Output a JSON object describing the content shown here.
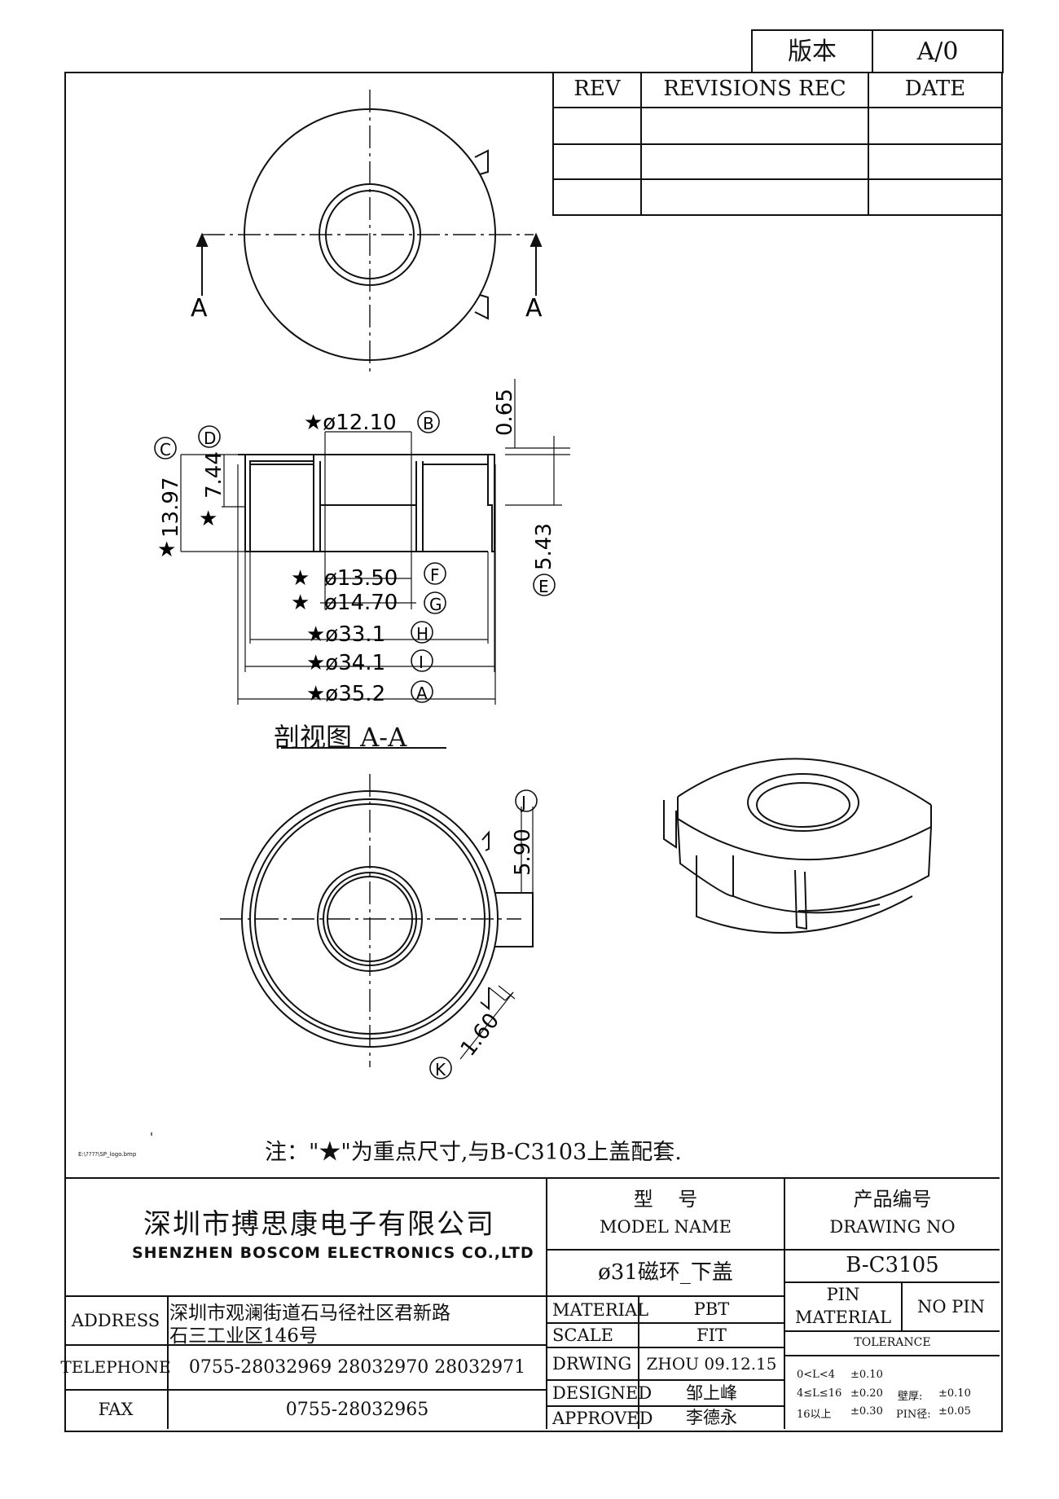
{
  "version_box": {
    "label": "版本",
    "value": "A/0"
  },
  "revisions": {
    "col_rev": "REV",
    "col_rec": "REVISIONS REC",
    "col_date": "DATE"
  },
  "dimensions": {
    "id_b": "★ø12.10",
    "mark_b": "B",
    "h_065": "0.65",
    "h_1397": "13.97",
    "star_c": "★",
    "mark_c": "C",
    "h_744": "7.44",
    "star_d": "★",
    "mark_d": "D",
    "h_543": "5.43",
    "mark_e": "E",
    "d_1350": "ø13.50",
    "star_f": "★",
    "mark_f": "F",
    "d_1470": "ø14.70",
    "star_g": "★",
    "mark_g": "G",
    "d_331": "★ø33.1",
    "mark_h": "H",
    "d_341": "★ø34.1",
    "mark_i": "I",
    "d_352": "★ø35.2",
    "mark_a": "A",
    "w_590": "5.90",
    "mark_j": "J",
    "w_160": "1.60",
    "mark_k": "K"
  },
  "section_markers": {
    "left": "A",
    "right": "A"
  },
  "section_title": "剖视图 A-A",
  "note": "注：\"★\"为重点尺寸,与B-C3103上盖配套.",
  "logo_caption": "E:\\????\\SP_logo.bmp",
  "company": {
    "name_cn": "深圳市搏思康电子有限公司",
    "name_en": "SHENZHEN BOSCOM ELECTRONICS CO.,LTD",
    "address_label": "ADDRESS",
    "address_line1": "深圳市观澜街道石马径社区君新路",
    "address_line2": "石三工业区146号",
    "telephone_label": "TELEPHONE",
    "telephone": "0755-28032969 28032970 28032971",
    "fax_label": "FAX",
    "fax": "0755-28032965"
  },
  "model": {
    "label_cn": "型    号",
    "label_en": "MODEL NAME",
    "value": "ø31磁环_下盖",
    "material_label": "MATERIAL",
    "material": "PBT",
    "scale_label": "SCALE",
    "scale": "FIT",
    "drawing_label": "DRWING",
    "drawing": "ZHOU 09.12.15",
    "designed_label": "DESIGNED",
    "designed": "邹上峰",
    "approved_label": "APPROVED",
    "approved": "李德永"
  },
  "product": {
    "label_cn": "产品编号",
    "label_en": "DRAWING NO",
    "value": "B-C3105",
    "pin_material_label_1": "PIN",
    "pin_material_label_2": "MATERIAL",
    "pin_material": "NO PIN",
    "tolerance_label": "TOLERANCE",
    "tol_1_range": "0<L<4",
    "tol_1_value": "±0.10",
    "tol_2_range": "4≤L≤16",
    "tol_2_value": "±0.20",
    "tol_3_range": "16以上",
    "tol_3_value": "±0.30",
    "wall_label": "壁厚:",
    "wall_value": "±0.10",
    "pin_dia_label": "PIN径:",
    "pin_dia_value": "±0.05"
  }
}
